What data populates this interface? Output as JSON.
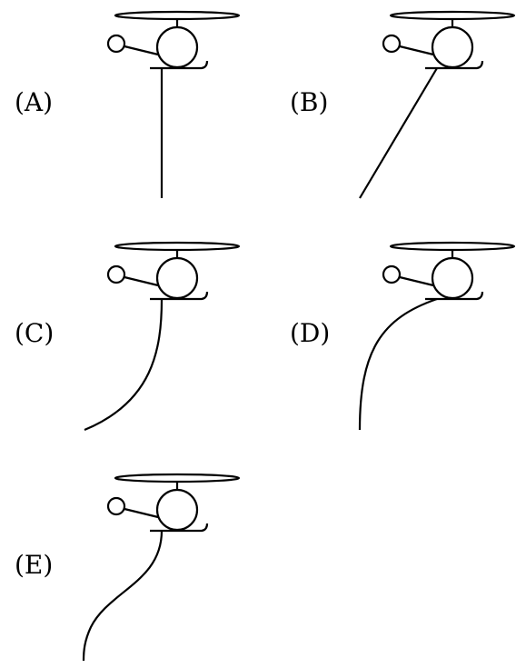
{
  "options": [
    {
      "label": "(A)",
      "rope_shape": "straight-vertical"
    },
    {
      "label": "(B)",
      "rope_shape": "straight-slanted-left"
    },
    {
      "label": "(C)",
      "rope_shape": "curve-bending-left-at-bottom"
    },
    {
      "label": "(D)",
      "rope_shape": "curve-bending-left-at-top"
    },
    {
      "label": "(E)",
      "rope_shape": "s-curve"
    }
  ],
  "colors": {
    "line": "#000000",
    "background": "#ffffff"
  }
}
